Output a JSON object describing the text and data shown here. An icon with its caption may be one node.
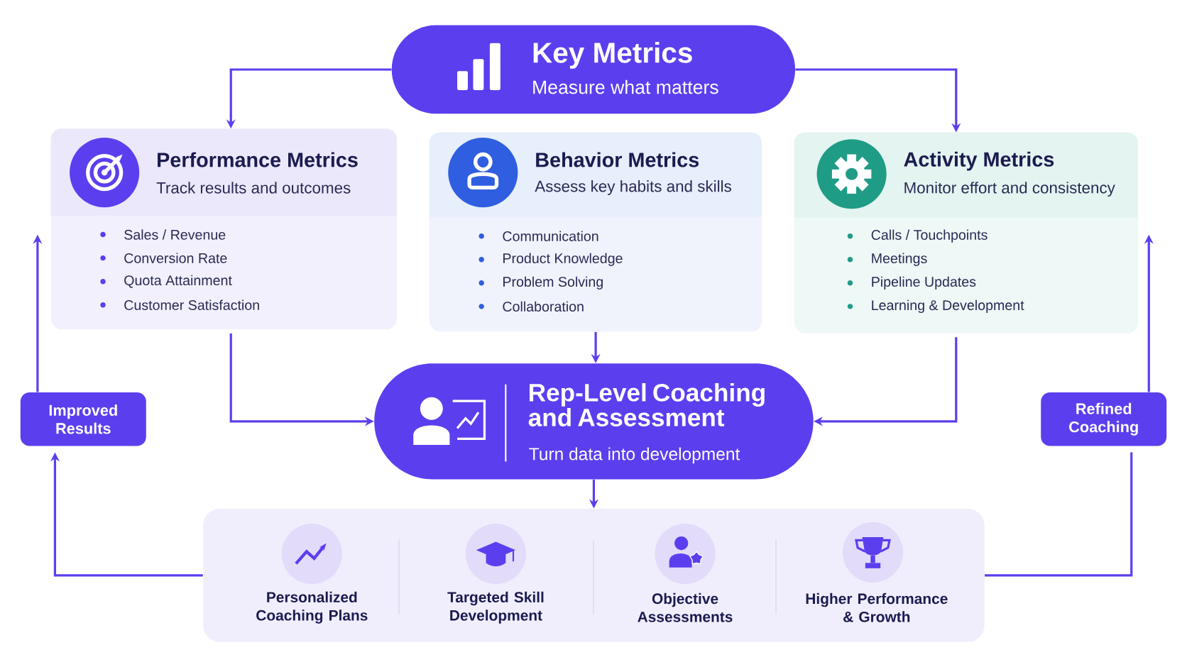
{
  "diagram": {
    "nodes": [
      {
        "text": [
          "Key Metrics",
          "Measure what matters"
        ]
      },
      {
        "text": [
          "Performance Metrics",
          "Track results and outcomes",
          "Sales / Revenue",
          "Conversion Rate",
          "Quota Attainment",
          "Customer Satisfaction"
        ]
      },
      {
        "text": [
          "Behavior Metrics",
          "Assess key habits and skills",
          "Communication",
          "Product Knowledge",
          "Problem Solving",
          "Collaboration"
        ]
      },
      {
        "text": [
          "Activity Metrics",
          "Monitor effort and consistency",
          "Calls / Touchpoints",
          "Meetings",
          "Pipeline Updates",
          "Learning & Development"
        ]
      },
      {
        "text": [
          "Rep-Level Coaching and Assessment",
          "Turn data into development"
        ]
      },
      {
        "text": [],
        "shape": "box"
      },
      {
        "text": [
          "Personalized Coaching Plans"
        ],
        "in": 5
      },
      {
        "text": [
          "Targeted Skill Development"
        ],
        "in": 5
      },
      {
        "text": [
          "Objective Assessments"
        ],
        "in": 5
      },
      {
        "text": [
          "Higher Performance & Growth"
        ],
        "in": 5
      },
      {
        "text": [
          "Improved Results"
        ]
      },
      {
        "text": [
          "Refined Coaching"
        ]
      }
    ],
    "edges": [
      {
        "from": 0,
        "to": 1,
        "arrow": "to"
      },
      {
        "from": 0,
        "to": 3,
        "arrow": "to"
      },
      {
        "from": 1,
        "to": 4,
        "arrow": "to"
      },
      {
        "from": 2,
        "to": 4,
        "arrow": "to"
      },
      {
        "from": 3,
        "to": 4,
        "arrow": "to"
      },
      {
        "from": 4,
        "to": 5,
        "arrow": "to"
      },
      {
        "from": 5,
        "to": 10,
        "arrow": "to"
      },
      {
        "from": 10,
        "to": 1,
        "arrow": "to"
      },
      {
        "from": 5,
        "to": 11,
        "arrow": "none"
      },
      {
        "from": 11,
        "to": 3,
        "arrow": "to"
      }
    ]
  }
}
